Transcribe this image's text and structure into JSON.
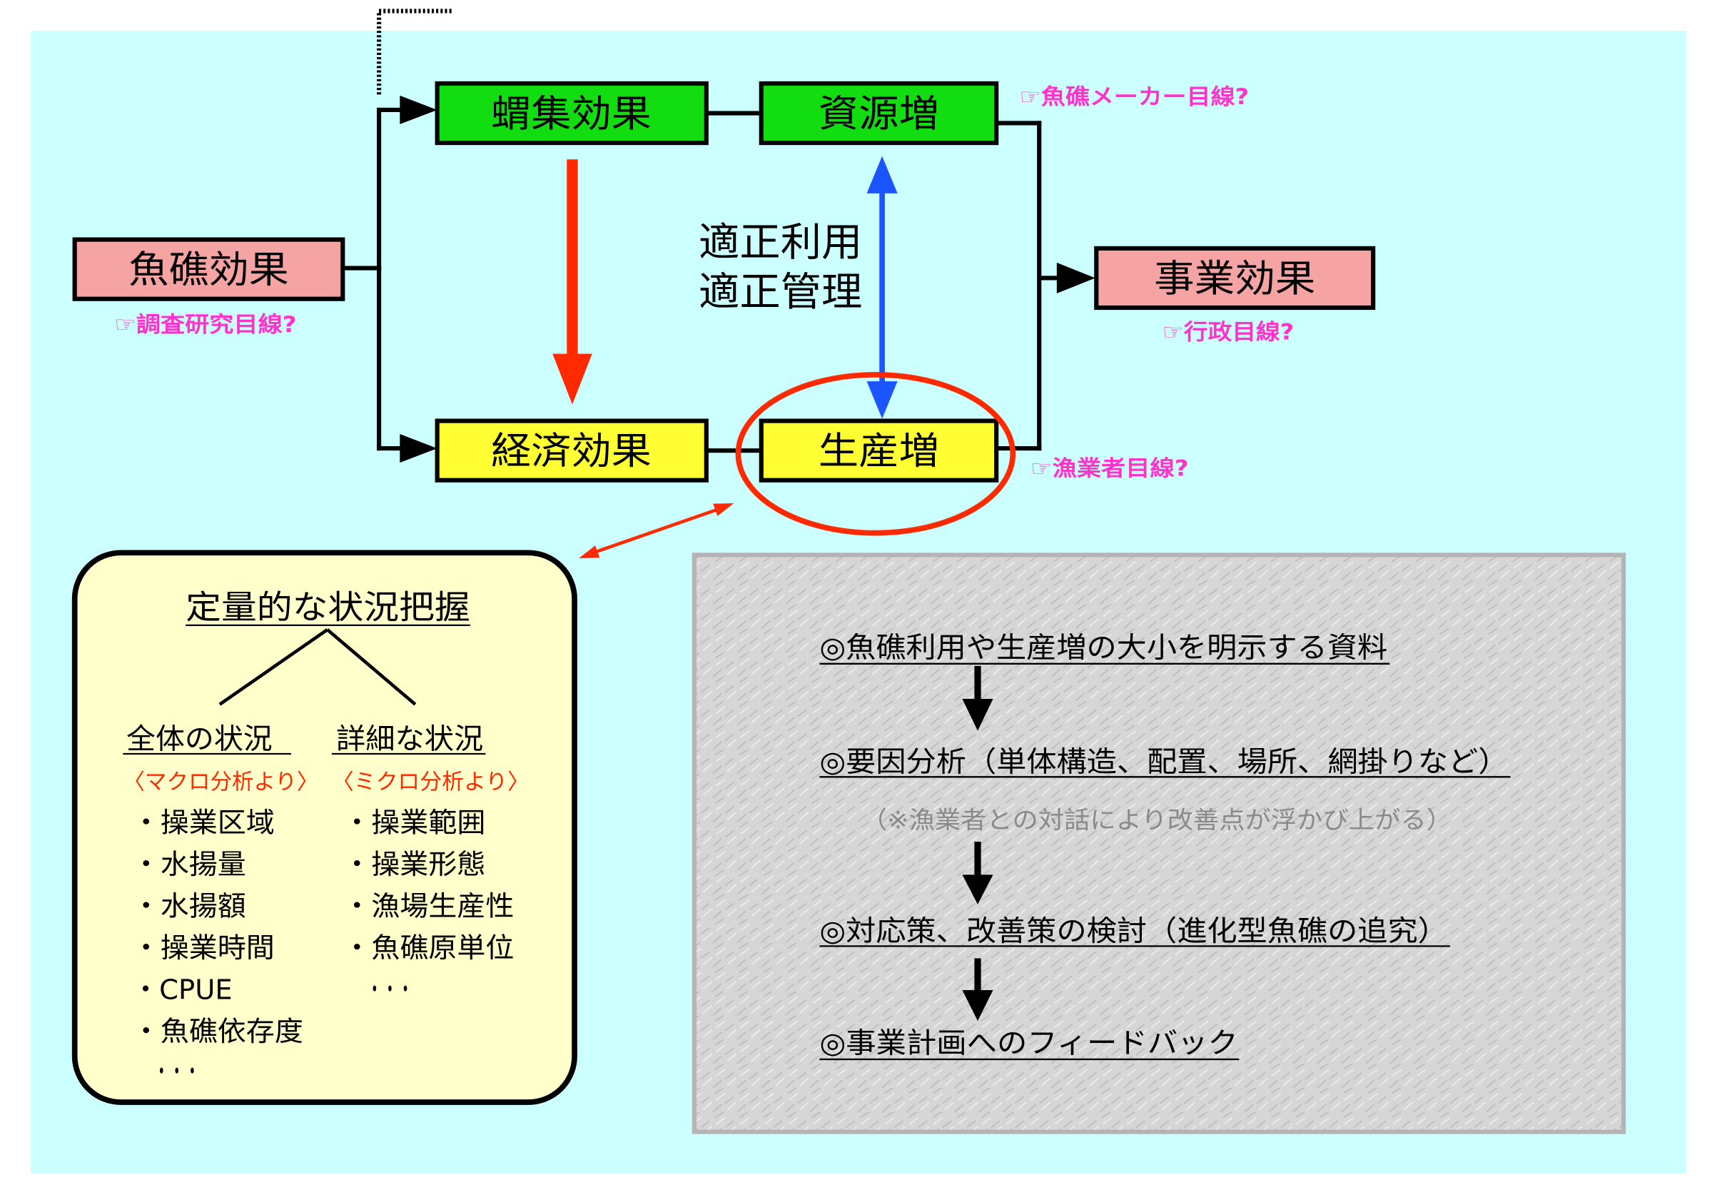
{
  "colors": {
    "background": "#ccffff",
    "pink_box": "#f5a3a3",
    "green_box": "#11dd11",
    "yellow_box": "#ffff33",
    "note_text": "#ff33cc",
    "red_accent": "#ff2a00",
    "blue_arrow": "#1a55ff",
    "panel_fill": "#ffffcc",
    "gray_panel": "#d6d6d6",
    "gray_note": "#8a8a8a"
  },
  "nodes": {
    "reef_effect": {
      "label": "魚礁効果",
      "note": "☞調査研究目線?"
    },
    "aggregation_effect": {
      "label": "蝟集効果"
    },
    "resource_increase": {
      "label": "資源増",
      "note": "☞魚礁メーカー目線?"
    },
    "project_effect": {
      "label": "事業効果",
      "note": "☞行政目線?"
    },
    "economic_effect": {
      "label": "経済効果"
    },
    "production_increase": {
      "label": "生産増",
      "note": "☞漁業者目線?"
    }
  },
  "center_label": [
    "適正利用",
    "適正管理"
  ],
  "quantitative_panel": {
    "title": "定量的な状況把握",
    "overall": {
      "heading": "全体の状況",
      "sub": "〈マクロ分析より〉",
      "items": [
        "・操業区域",
        "・水揚量",
        "・水揚額",
        "・操業時間",
        "・CPUE",
        "・魚礁依存度",
        "・・・"
      ]
    },
    "detail": {
      "heading": "詳細な状況",
      "sub": "〈ミクロ分析より〉",
      "items": [
        "・操業範囲",
        "・操業形態",
        "・漁場生産性",
        "・魚礁原単位",
        "・・・"
      ]
    }
  },
  "flow_panel": {
    "steps": [
      "◎魚礁利用や生産増の大小を明示する資料",
      "◎要因分析（単体構造、配置、場所、網掛りなど）",
      "◎対応策、改善策の検討（進化型魚礁の追究）",
      "◎事業計画へのフィードバック"
    ],
    "note": "（※漁業者との対話により改善点が浮かび上がる）"
  }
}
